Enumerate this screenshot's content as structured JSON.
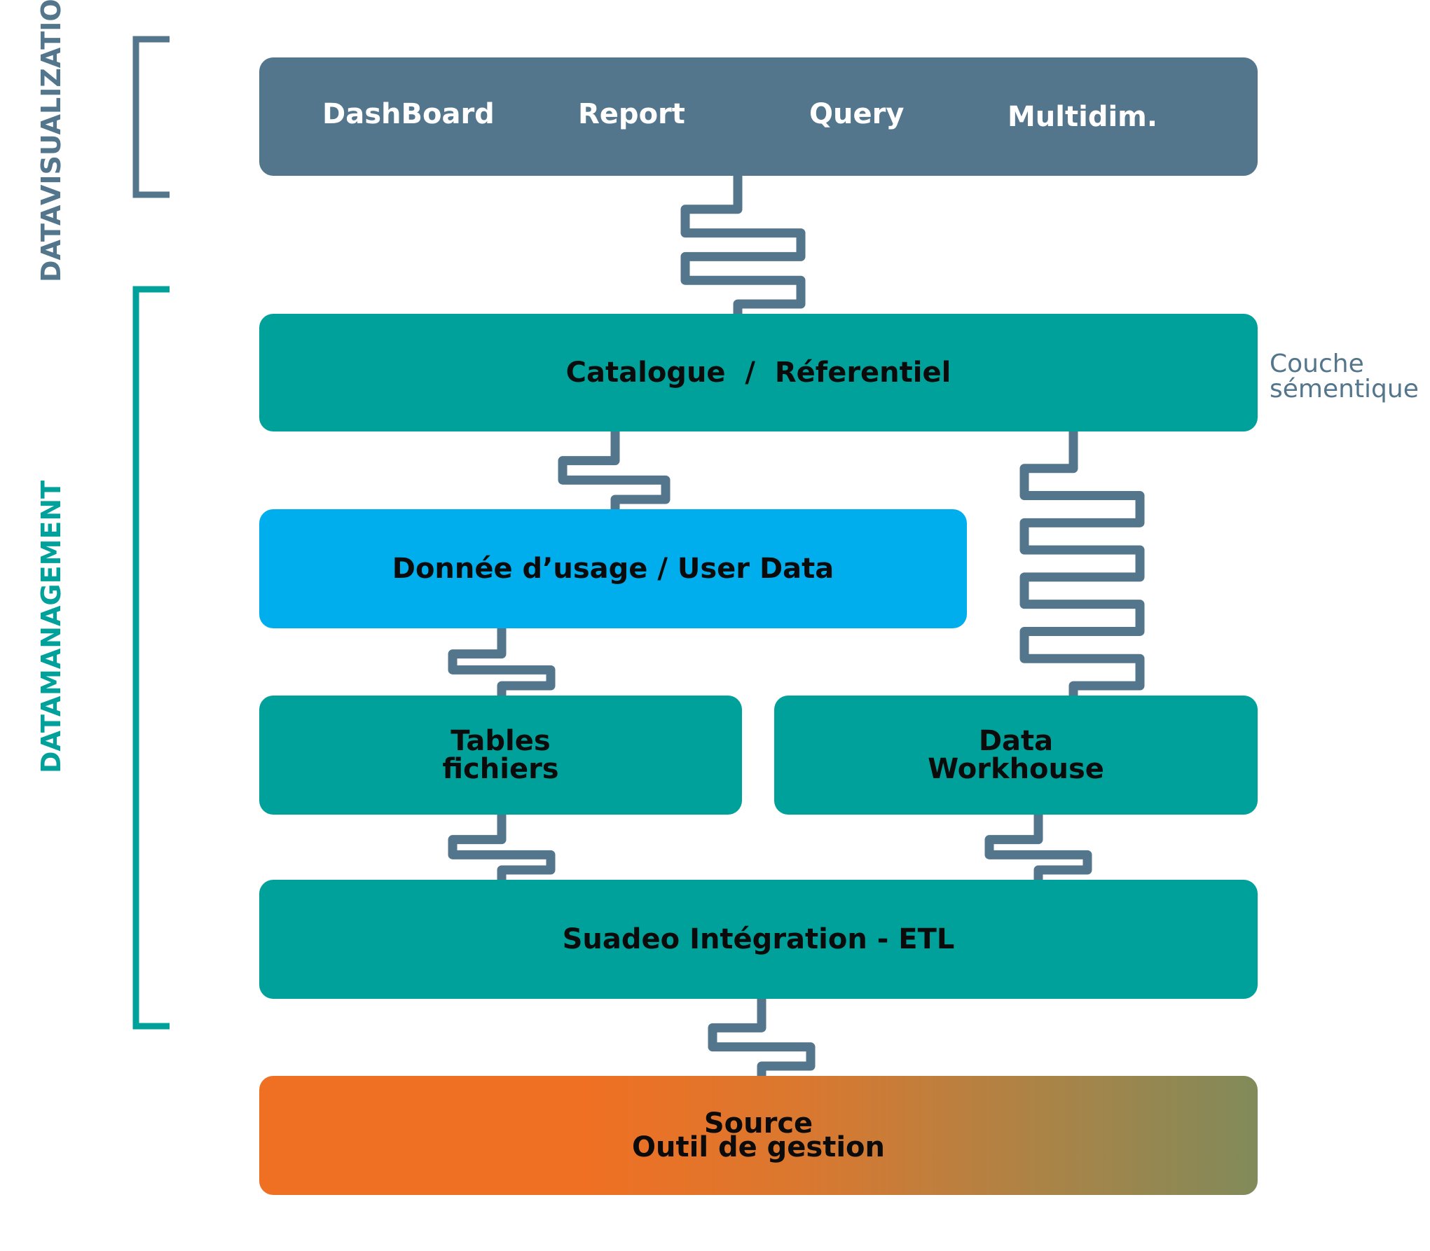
{
  "left_labels": {
    "visualization": [
      "DATA",
      "VISUALIZATION"
    ],
    "management": [
      "DATA",
      "MANAGEMENT"
    ]
  },
  "visualization_layer": {
    "items": [
      "DashBoard",
      "Report",
      "Query",
      "Multidim."
    ]
  },
  "catalogue": "Catalogue  /  Réferentiel",
  "couche": [
    "Couche",
    "sémentique"
  ],
  "user_data": "Donnée d’usage / User Data",
  "tables": [
    "Tables",
    "fichiers"
  ],
  "data_warehouse": [
    "Data",
    "Workhouse"
  ],
  "etl": "Suadeo Intégration - ETL",
  "source": [
    "Source",
    "Outil de gestion"
  ],
  "colors": {
    "visualization": "#54768c",
    "management": "#00a19a",
    "user_data": "#00aeee",
    "source_start": "#ef7023",
    "source_end": "#818a5a",
    "connector": "#54768c"
  }
}
